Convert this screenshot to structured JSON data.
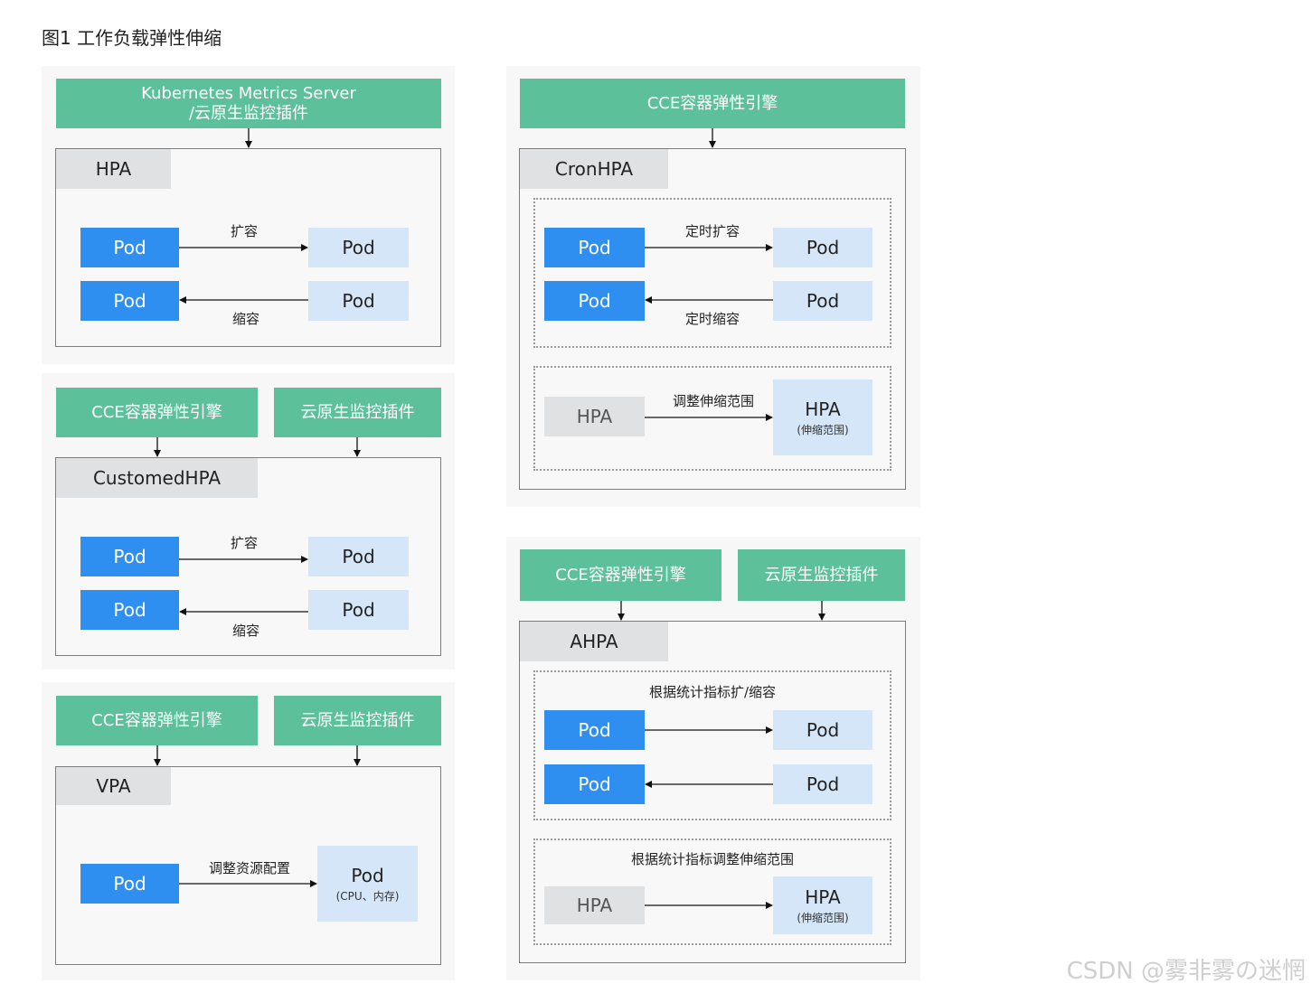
{
  "caption": "图1 工作负载弹性伸缩",
  "pod": "Pod",
  "hpa": {
    "source": "Kubernetes Metrics Server\n/云原生监控插件",
    "title": "HPA",
    "scale_out": "扩容",
    "scale_in": "缩容"
  },
  "customed_hpa": {
    "source_left": "CCE容器弹性引擎",
    "source_right": "云原生监控插件",
    "title": "CustomedHPA",
    "scale_out": "扩容",
    "scale_in": "缩容"
  },
  "vpa": {
    "source_left": "CCE容器弹性引擎",
    "source_right": "云原生监控插件",
    "title": "VPA",
    "action": "调整资源配置",
    "target_sub": "(CPU、内存)"
  },
  "cron_hpa": {
    "source": "CCE容器弹性引擎",
    "title": "CronHPA",
    "scale_out": "定时扩容",
    "scale_in": "定时缩容",
    "hpa_label": "HPA",
    "adjust": "调整伸缩范围",
    "hpa_target": "HPA",
    "hpa_target_sub": "(伸缩范围)"
  },
  "ahpa": {
    "source_left": "CCE容器弹性引擎",
    "source_right": "云原生监控插件",
    "title": "AHPA",
    "metric_scale": "根据统计指标扩/缩容",
    "metric_adjust": "根据统计指标调整伸缩范围",
    "hpa_label": "HPA",
    "hpa_target": "HPA",
    "hpa_target_sub": "(伸缩范围)"
  },
  "watermark": "CSDN @雾非雾の迷惘",
  "colors": {
    "source_green": "#5cc09a",
    "pod_blue": "#2f8ff0",
    "pod_light": "#d4e6f8",
    "tab_grey": "#dfe1e3"
  }
}
